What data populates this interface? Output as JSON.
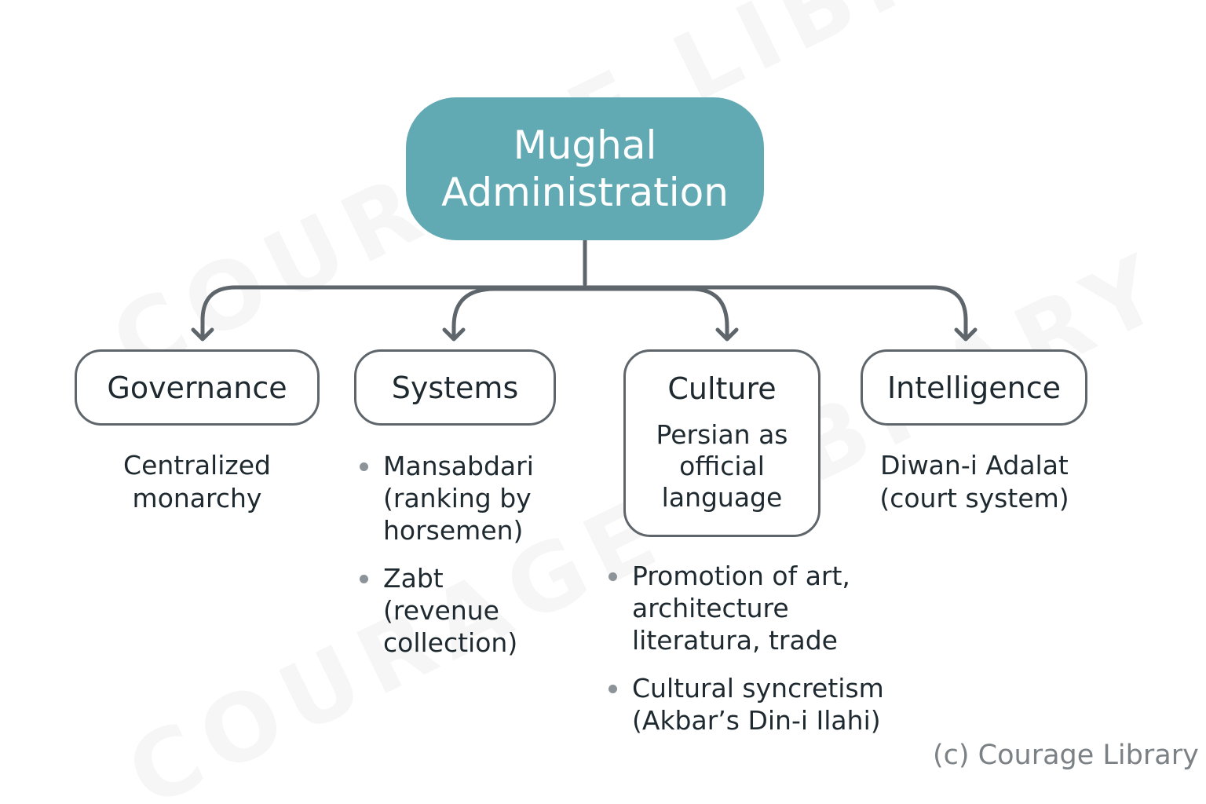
{
  "root": {
    "line1": "Mughal",
    "line2": "Administration",
    "color": "#62aab3"
  },
  "branches": {
    "governance": {
      "title": "Governance",
      "lines": [
        "Centralized",
        "monarchy"
      ]
    },
    "systems": {
      "title": "Systems",
      "bullets": [
        [
          "Mansabdari",
          "(ranking by",
          "horsemen)"
        ],
        [
          "Zabt",
          "(revenue",
          "collection)"
        ]
      ]
    },
    "culture": {
      "title": "Culture",
      "box_lines": [
        "Persian as",
        "official",
        "language"
      ],
      "bullets": [
        [
          "Promotion of art,",
          "architecture",
          "literatura, trade"
        ],
        [
          "Cultural syncretism",
          "(Akbar’s Din-i Ilahi)"
        ]
      ]
    },
    "intelligence": {
      "title": "Intelligence",
      "lines": [
        "Diwan-i Adalat",
        "(court system)"
      ]
    }
  },
  "watermark": "COURAGE LIBRARY",
  "copyright": "(c) Courage Library",
  "colors": {
    "connector": "#5e666c",
    "text": "#1f2a30",
    "bullet": "#8d9499"
  }
}
